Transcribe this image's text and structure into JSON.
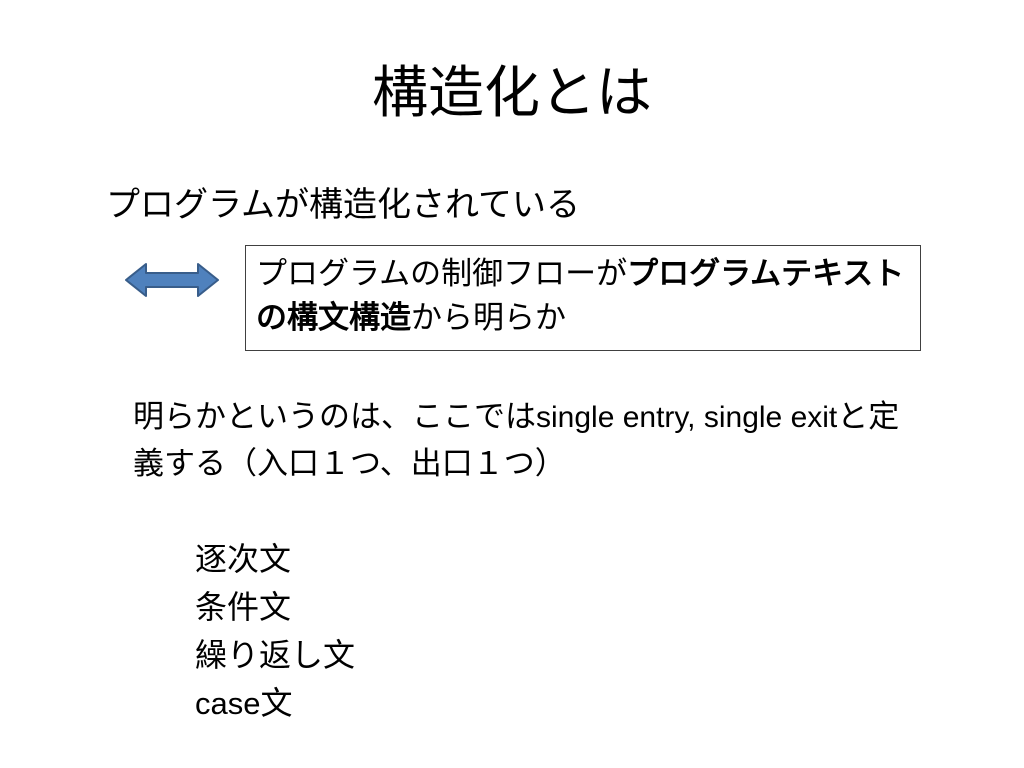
{
  "slide": {
    "title": "構造化とは",
    "statement": "プログラムが構造化されている",
    "arrow_icon": "double-arrow-icon",
    "arrow_color": "#4F81BD",
    "arrow_border": "#385D8A",
    "definition": {
      "part1": "プログラムの制御フローが",
      "bold_part": "プログラムテキストの構文構造",
      "part2": "から明らか"
    },
    "explanation": {
      "part1": "明らかというのは、ここでは",
      "latin1": "single entry, single exit",
      "part2": "と定義する（入口１つ、出口１つ）"
    },
    "statements": [
      {
        "text": "逐次文"
      },
      {
        "text": "条件文"
      },
      {
        "text": "繰り返し文"
      },
      {
        "latin": "case",
        "text": "文"
      }
    ]
  }
}
